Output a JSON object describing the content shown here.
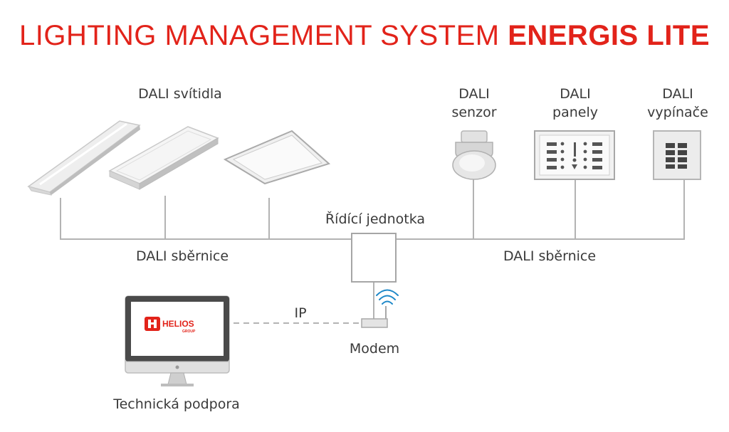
{
  "title": {
    "part1": "LIGHTING MANAGEMENT SYSTEM ",
    "part2": "ENERGIS LITE"
  },
  "labels": {
    "luminaires": "DALI svítidla",
    "sensor_line1": "DALI",
    "sensor_line2": "senzor",
    "panels_line1": "DALI",
    "panels_line2": "panely",
    "switches_line1": "DALI",
    "switches_line2": "vypínače",
    "control_unit": "Řídící jednotka",
    "bus_left": "DALI sběrnice",
    "bus_right": "DALI sběrnice",
    "ip": "IP",
    "modem": "Modem",
    "support": "Technická podpora"
  },
  "logo": {
    "name": "HELIOS",
    "sub": "GROUP"
  },
  "colors": {
    "accent": "#e2231a",
    "line": "#b3b3b3",
    "text": "#3a3a3a",
    "wifi": "#1e88c8"
  }
}
